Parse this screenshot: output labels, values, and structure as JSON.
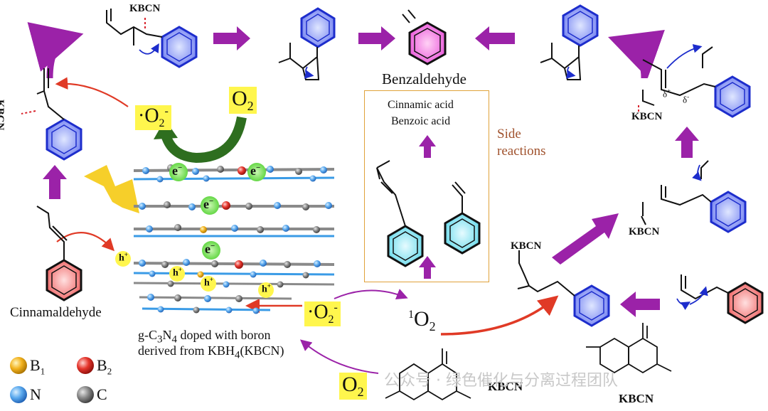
{
  "labels": {
    "benzaldehyde": "Benzaldehyde",
    "cinnamaldehyde": "Cinnamaldehyde",
    "cinnamic_acid": "Cinnamic acid",
    "benzoic_acid": "Benzoic acid",
    "side_reactions_1": "Side",
    "side_reactions_2": "reactions",
    "kbcn": "KBCN",
    "catalyst_line1_a": "g-C",
    "catalyst_line1_sub1": "3",
    "catalyst_line1_b": "N",
    "catalyst_line1_sub2": "4",
    "catalyst_line1_c": " doped with boron",
    "catalyst_line2_a": "derived from KBH",
    "catalyst_line2_sub": "4",
    "catalyst_line2_b": "(KBCN)",
    "superoxide": "·O",
    "superoxide_sub": "2",
    "superoxide_sup": "-",
    "oxygen": "O",
    "oxygen_sub": "2",
    "singlet_sup": "1",
    "singlet": "O",
    "singlet_sub": "2",
    "electron": "e",
    "electron_sup": "−",
    "hole": "h",
    "hole_sup": "+",
    "delta_plus": "δ",
    "delta_plus_sup": "+",
    "delta_minus": "δ",
    "delta_minus_sup": "-",
    "watermark": "公众号 · 绿色催化与分离过程团队"
  },
  "legend": [
    {
      "symbol": "B",
      "sub": "1",
      "color": "#f2b21e"
    },
    {
      "symbol": "B",
      "sub": "2",
      "color": "#d8231c"
    },
    {
      "symbol": "N",
      "sub": "",
      "color": "#3a9be6"
    },
    {
      "symbol": "C",
      "sub": "",
      "color": "#6a6a6a"
    }
  ],
  "colors": {
    "arrow_purple": "#9b22a8",
    "arrow_red": "#e03a26",
    "arrow_green": "#2e6e1f",
    "ring_blue": "#1d2dcc",
    "ring_red": "#d8232c",
    "ring_cyan": "#38d1e6",
    "ring_pink": "#e84ed8",
    "highlight": "#fff64d"
  }
}
